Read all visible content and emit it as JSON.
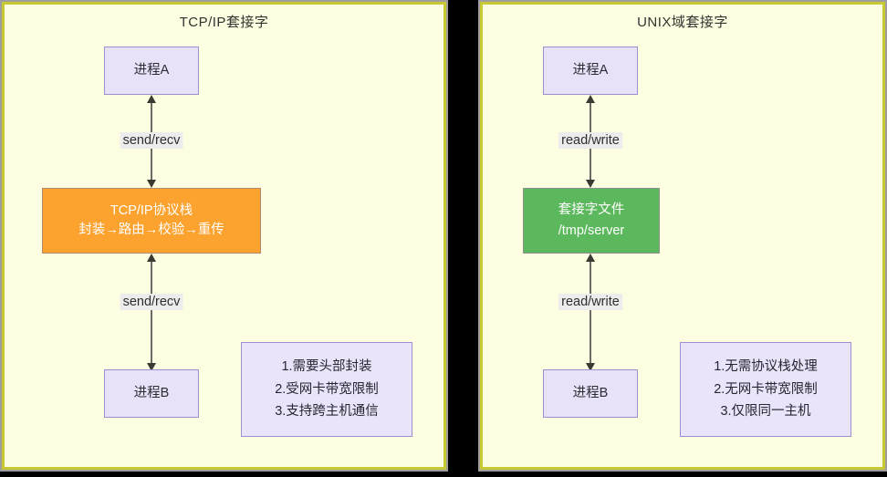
{
  "diagram": {
    "panels": [
      {
        "id": "tcpip",
        "title": "TCP/IP套接字",
        "nodes": {
          "process_a": "进程A",
          "middle_line1": "TCP/IP协议栈",
          "middle_line2": "封装→路由→校验→重传",
          "process_b": "进程B"
        },
        "connector_labels": {
          "top": "send/recv",
          "bottom": "send/recv"
        },
        "note": {
          "lines": [
            "1.需要头部封装",
            "2.受网卡带宽限制",
            "3.支持跨主机通信"
          ]
        }
      },
      {
        "id": "unix",
        "title": "UNIX域套接字",
        "nodes": {
          "process_a": "进程A",
          "middle_line1": "套接字文件",
          "middle_line2": "/tmp/server",
          "process_b": "进程B"
        },
        "connector_labels": {
          "top": "read/write",
          "bottom": "read/write"
        },
        "note": {
          "lines": [
            "1.无需协议栈处理",
            "2.无网卡带宽限制",
            "3.仅限同一主机"
          ]
        }
      }
    ],
    "colors": {
      "canvas": "#fdfde2",
      "frame": "#c8c832",
      "process_fill": "#e8e2f8",
      "process_border": "#9f8fd0",
      "stack_fill": "#fca22e",
      "file_fill": "#5cb85c",
      "note_fill": "#eae4fb",
      "connector": "#6b6b63",
      "label_bg": "#ececec",
      "background": "#000000"
    }
  }
}
